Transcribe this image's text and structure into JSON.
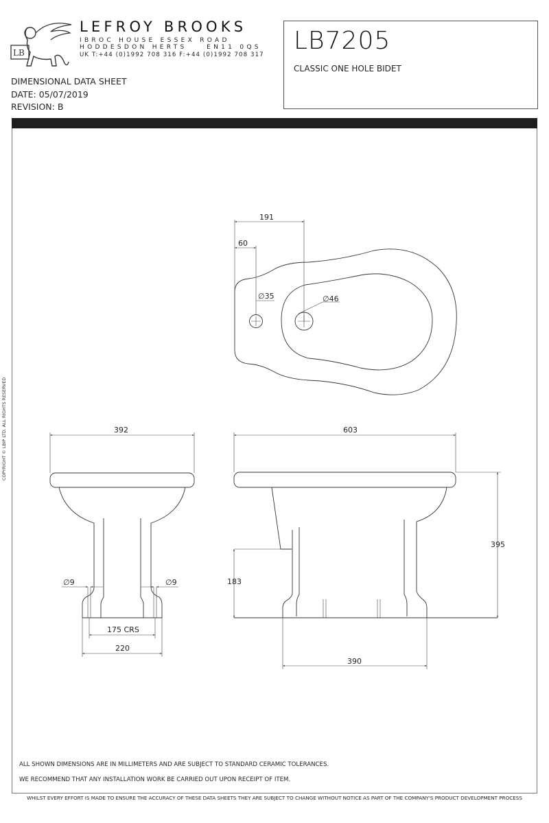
{
  "header": {
    "brand": "LEFROY BROOKS",
    "logo_monogram": "LB",
    "address_line1": "IBROC HOUSE ESSEX ROAD",
    "address_line2": "HODDESDON HERTS    EN11 0QS",
    "phone_line": "UK T:+44 (0)1992 708 316 F:+44 (0)1992 708 317",
    "sheet_type": "DIMENSIONAL DATA SHEET",
    "date": "DATE: 05/07/2019",
    "revision": "REVISION: B"
  },
  "product": {
    "code": "LB7205",
    "name": "CLASSIC ONE HOLE BIDET"
  },
  "drawing": {
    "top_view": {
      "dim_191": "191",
      "dim_60": "60",
      "hole_small": "∅35",
      "hole_large": "∅46"
    },
    "front_view": {
      "width": "392",
      "bolt_left": "∅9",
      "bolt_right": "∅9",
      "centres": "175 CRS",
      "base_width": "220"
    },
    "side_view": {
      "length": "603",
      "height": "395",
      "waste_height": "183",
      "base_length": "390"
    }
  },
  "notes": [
    "ALL SHOWN DIMENSIONS ARE IN MILLIMETERS AND ARE SUBJECT TO STANDARD CERAMIC TOLERANCES.",
    "WE RECOMMEND THAT ANY INSTALLATION WORK BE CARRIED OUT UPON RECEIPT OF ITEM."
  ],
  "disclaimer": "WHILST EVERY EFFORT IS MADE TO ENSURE THE ACCURACY OF THESE DATA SHEETS THEY ARE SUBJECT TO CHANGE WITHOUT NOTICE AS PART OF THE COMPANY'S PRODUCT DEVELOPMENT PROCESS",
  "copyright": "COPYRIGHT © LBIP LTD. ALL RIGHTS RESERVED"
}
